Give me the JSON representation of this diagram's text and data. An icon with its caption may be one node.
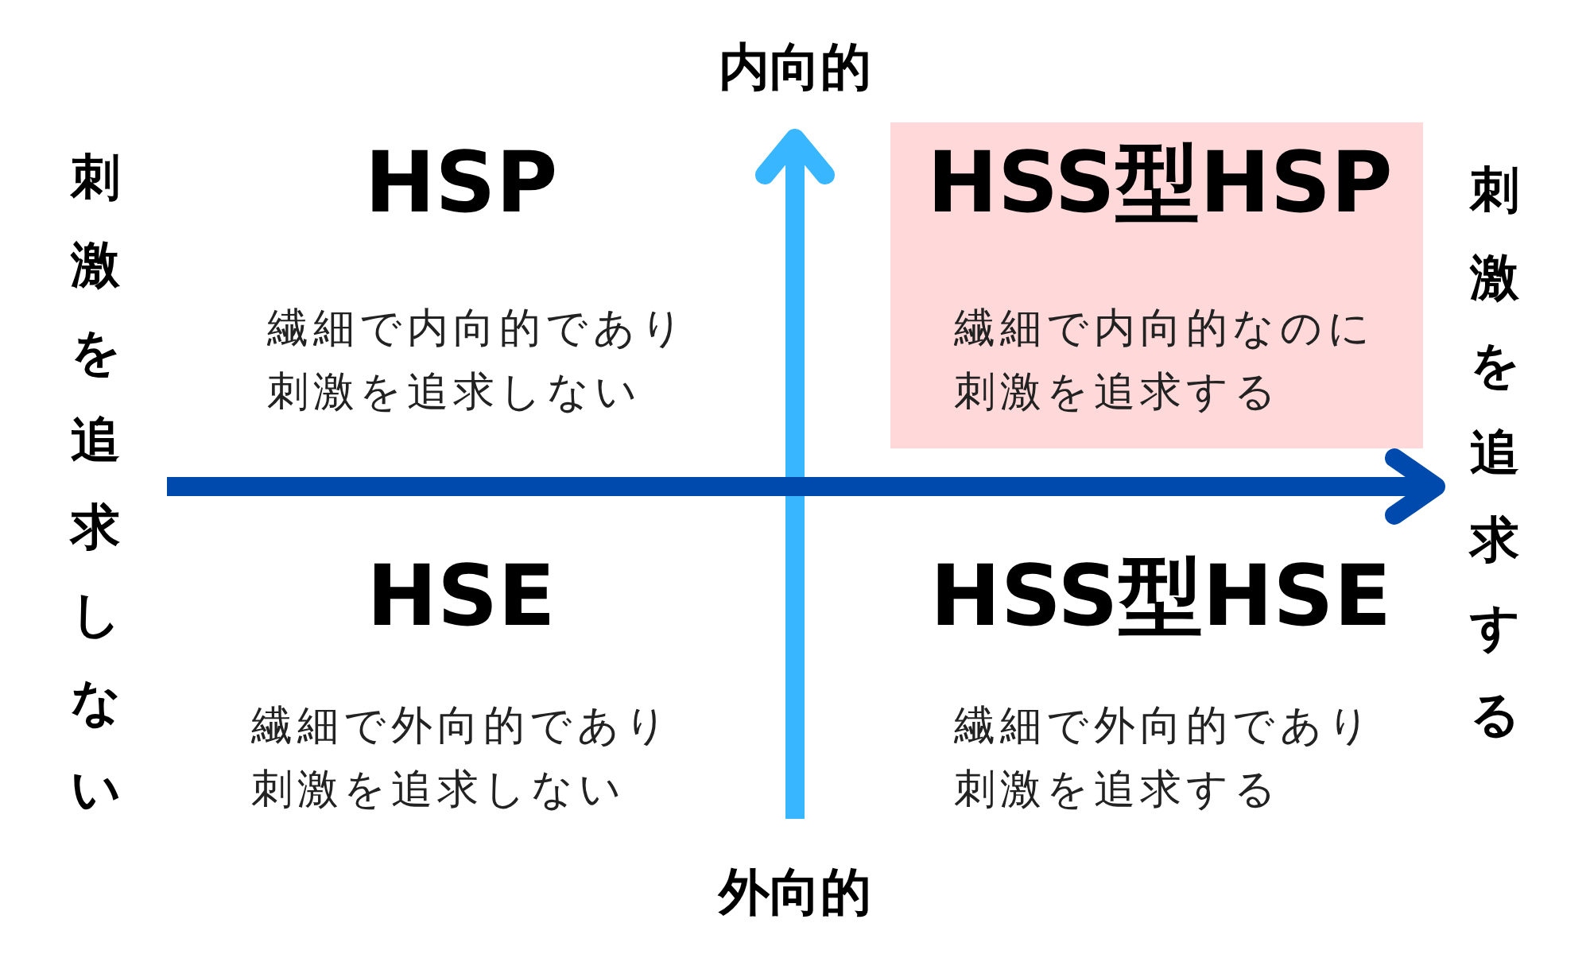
{
  "diagram": {
    "nodes": [
      {
        "text": [
          "HSS型HSP",
          "繊細で内向的なのに刺激を追求する"
        ]
      }
    ],
    "labels": [
      "内向的",
      "刺激を追求しない",
      "HSP",
      "繊細で内向的であり刺激を追求しない",
      "刺激を追求する",
      "HSE",
      "繊細で外向的であり刺激を追求しない",
      "HSS型HSE",
      "繊細で外向的であり刺激を追求する",
      "外向的"
    ]
  }
}
